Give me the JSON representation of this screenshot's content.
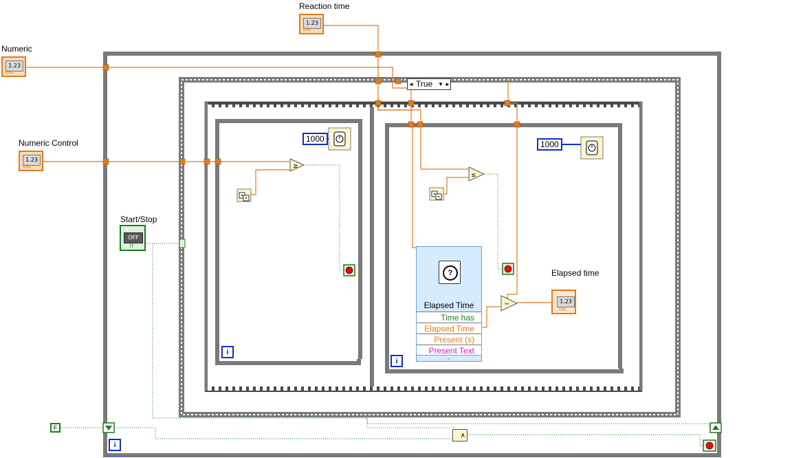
{
  "labels": {
    "numeric": "Numeric",
    "reaction_time": "Reaction time",
    "numeric_control": "Numeric Control",
    "start_stop": "Start/Stop",
    "elapsed_time_indicator": "Elapsed time"
  },
  "terminals": {
    "dbl_display": "1.23",
    "dbl_tag": "DBL",
    "bool_off": "OFF",
    "bool_tag": "TF",
    "false_const": "F",
    "question": "?",
    "and_symbol": "∧"
  },
  "constants": {
    "wait_ms_left": "1000",
    "wait_ms_right": "1000"
  },
  "case_structure": {
    "selector": "True",
    "left_arrow": "◄",
    "right_arrow": "►",
    "dropdown": "▼"
  },
  "loop_iteration_label": "i",
  "elapsed_time_express_vi": {
    "title": "Elapsed Time",
    "outputs": [
      "Time has Elapse",
      "Elapsed Time (s)",
      "Present (s)",
      "Present Text"
    ],
    "output_colors": [
      "#1f7a1f",
      "#e07c1a",
      "#e07c1a",
      "#d81bbf"
    ]
  },
  "colors": {
    "wire_numeric": "#e07c1a",
    "wire_boolean": "#1f7a1f",
    "structure_gray": "#7a7a7a",
    "stop_red": "#e01010"
  }
}
